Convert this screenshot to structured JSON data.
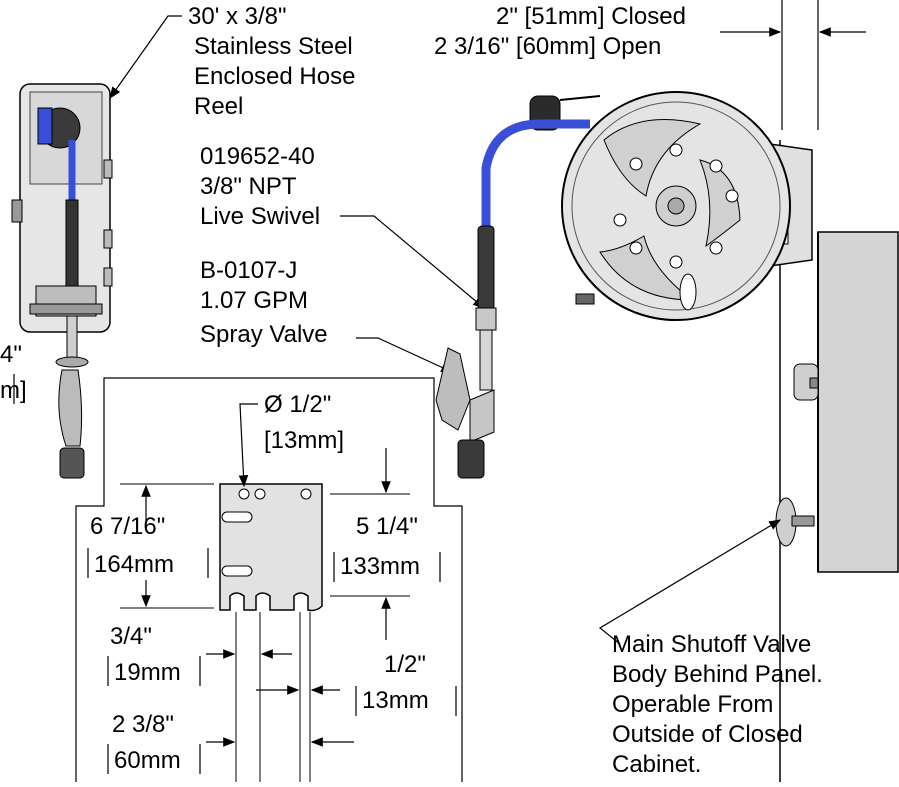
{
  "callouts": {
    "hose_reel": [
      "30' x 3/8\"",
      "Stainless Steel",
      "Enclosed Hose",
      "Reel"
    ],
    "swivel": [
      "019652-40",
      "3/8\" NPT",
      "Live Swivel"
    ],
    "spray_valve": [
      "B-0107-J",
      "1.07 GPM",
      "Spray Valve"
    ],
    "shutoff": [
      "Main Shutoff Valve",
      "Body Behind Panel.",
      "Operable From",
      "Outside of Closed",
      "Cabinet."
    ]
  },
  "dimensions": {
    "depth_closed": "2\" [51mm] Closed",
    "depth_open": "2 3/16\" [60mm] Open",
    "hole_dia": "Ø 1/2\"",
    "hole_dia_mm": "[13mm]",
    "height_left": "6 7/16\"",
    "height_left_mm": "164mm",
    "height_right": "5 1/4\"",
    "height_right_mm": "133mm",
    "slot_a": "3/4\"",
    "slot_a_mm": "19mm",
    "slot_b": "1/2\"",
    "slot_b_mm": "13mm",
    "slot_c": "2 3/8\"",
    "slot_c_mm": "60mm",
    "cut_left_a": "4\"",
    "cut_left_b": "m]"
  },
  "colors": {
    "hose": "#3a4fd8",
    "metal": "#d9d9d9",
    "dark": "#2b2b2b",
    "panel": "#d4d4d4"
  }
}
